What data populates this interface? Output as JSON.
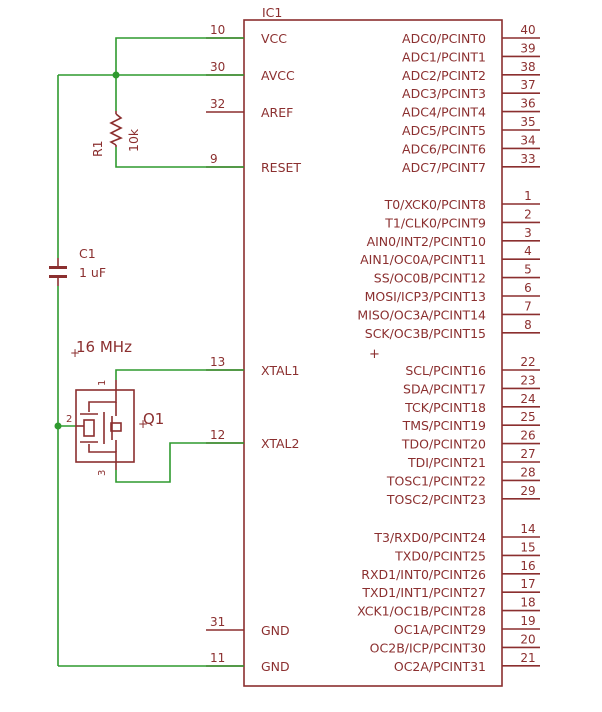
{
  "ic": {
    "name": "IC1",
    "left_pins": [
      {
        "num": "10",
        "label": "VCC"
      },
      {
        "num": "30",
        "label": "AVCC"
      },
      {
        "num": "32",
        "label": "AREF"
      },
      {
        "num": "9",
        "label": "RESET"
      },
      {
        "num": "13",
        "label": "XTAL1"
      },
      {
        "num": "12",
        "label": "XTAL2"
      },
      {
        "num": "31",
        "label": "GND"
      },
      {
        "num": "11",
        "label": "GND"
      }
    ],
    "right_pins": [
      {
        "num": "40",
        "label": "ADC0/PCINT0"
      },
      {
        "num": "39",
        "label": "ADC1/PCINT1"
      },
      {
        "num": "38",
        "label": "ADC2/PCINT2"
      },
      {
        "num": "37",
        "label": "ADC3/PCINT3"
      },
      {
        "num": "36",
        "label": "ADC4/PCINT4"
      },
      {
        "num": "35",
        "label": "ADC5/PCINT5"
      },
      {
        "num": "34",
        "label": "ADC6/PCINT6"
      },
      {
        "num": "33",
        "label": "ADC7/PCINT7"
      },
      {
        "num": "1",
        "label": "T0/XCK0/PCINT8"
      },
      {
        "num": "2",
        "label": "T1/CLK0/PCINT9"
      },
      {
        "num": "3",
        "label": "AIN0/INT2/PCINT10"
      },
      {
        "num": "4",
        "label": "AIN1/OC0A/PCINT11"
      },
      {
        "num": "5",
        "label": "SS/OC0B/PCINT12"
      },
      {
        "num": "6",
        "label": "MOSI/ICP3/PCINT13"
      },
      {
        "num": "7",
        "label": "MISO/OC3A/PCINT14"
      },
      {
        "num": "8",
        "label": "SCK/OC3B/PCINT15"
      },
      {
        "num": "22",
        "label": "SCL/PCINT16"
      },
      {
        "num": "23",
        "label": "SDA/PCINT17"
      },
      {
        "num": "24",
        "label": "TCK/PCINT18"
      },
      {
        "num": "25",
        "label": "TMS/PCINT19"
      },
      {
        "num": "26",
        "label": "TDO/PCINT20"
      },
      {
        "num": "27",
        "label": "TDI/PCINT21"
      },
      {
        "num": "28",
        "label": "TOSC1/PCINT22"
      },
      {
        "num": "29",
        "label": "TOSC2/PCINT23"
      },
      {
        "num": "14",
        "label": "T3/RXD0/PCINT24"
      },
      {
        "num": "15",
        "label": "TXD0/PCINT25"
      },
      {
        "num": "16",
        "label": "RXD1/INT0/PCINT26"
      },
      {
        "num": "17",
        "label": "TXD1/INT1/PCINT27"
      },
      {
        "num": "18",
        "label": "XCK1/OC1B/PCINT28"
      },
      {
        "num": "19",
        "label": "OC1A/PCINT29"
      },
      {
        "num": "20",
        "label": "OC2B/ICP/PCINT30"
      },
      {
        "num": "21",
        "label": "OC2A/PCINT31"
      }
    ]
  },
  "r1": {
    "name": "R1",
    "value": "10k"
  },
  "c1": {
    "name": "C1",
    "value": "1 uF"
  },
  "q1": {
    "name": "Q1",
    "value": "16 MHz",
    "pins": [
      "1",
      "2",
      "3"
    ]
  },
  "colors": {
    "component": "#8b2f2f",
    "net": "#2f9a2f",
    "background": "#ffffff"
  }
}
